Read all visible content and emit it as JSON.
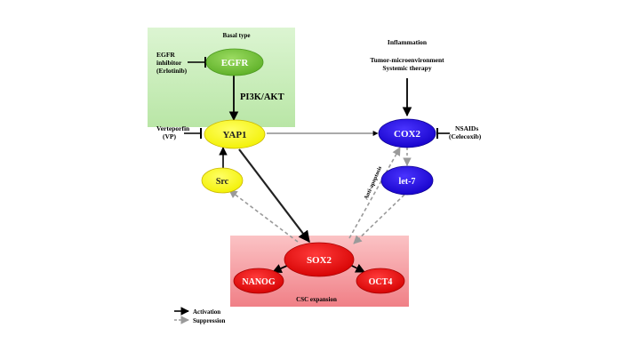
{
  "regions": {
    "basal": {
      "label": "Basal type"
    },
    "csc": {
      "label": "CSC expansion"
    }
  },
  "nodes": {
    "egfr": {
      "label": "EGFR"
    },
    "yap1": {
      "label": "YAP1"
    },
    "src": {
      "label": "Src"
    },
    "cox2": {
      "label": "COX2"
    },
    "let7": {
      "label": "let-7"
    },
    "sox2": {
      "label": "SOX2"
    },
    "nanog": {
      "label": "NANOG"
    },
    "oct4": {
      "label": "OCT4"
    }
  },
  "texts": {
    "egfr_inhibitor": [
      "EGFR",
      "inhibitor",
      "(Erlotinib)"
    ],
    "pi3k": "PI3K/AKT",
    "verteporfin": [
      "Verteporfin",
      "(VP)"
    ],
    "inflammation": "Inflammation",
    "tumor_micro": [
      "Tumor-microenvironment",
      "Systemic therapy"
    ],
    "nsaids": [
      "NSAIDs",
      "(Celecoxib)"
    ],
    "anti_apoptosis": "Anti-apoptosis"
  },
  "legend": {
    "activation": "Activation",
    "suppression": "Suppression"
  },
  "colors": {
    "basal_fill": "#c9eebb",
    "csc_fill": "#f7a7ab",
    "egfr": "#72c339",
    "yellow": "#ffff00",
    "blue": "#1c06e8",
    "red": "#ee0000",
    "activation": "#000000",
    "suppression": "#9a9a9a"
  }
}
